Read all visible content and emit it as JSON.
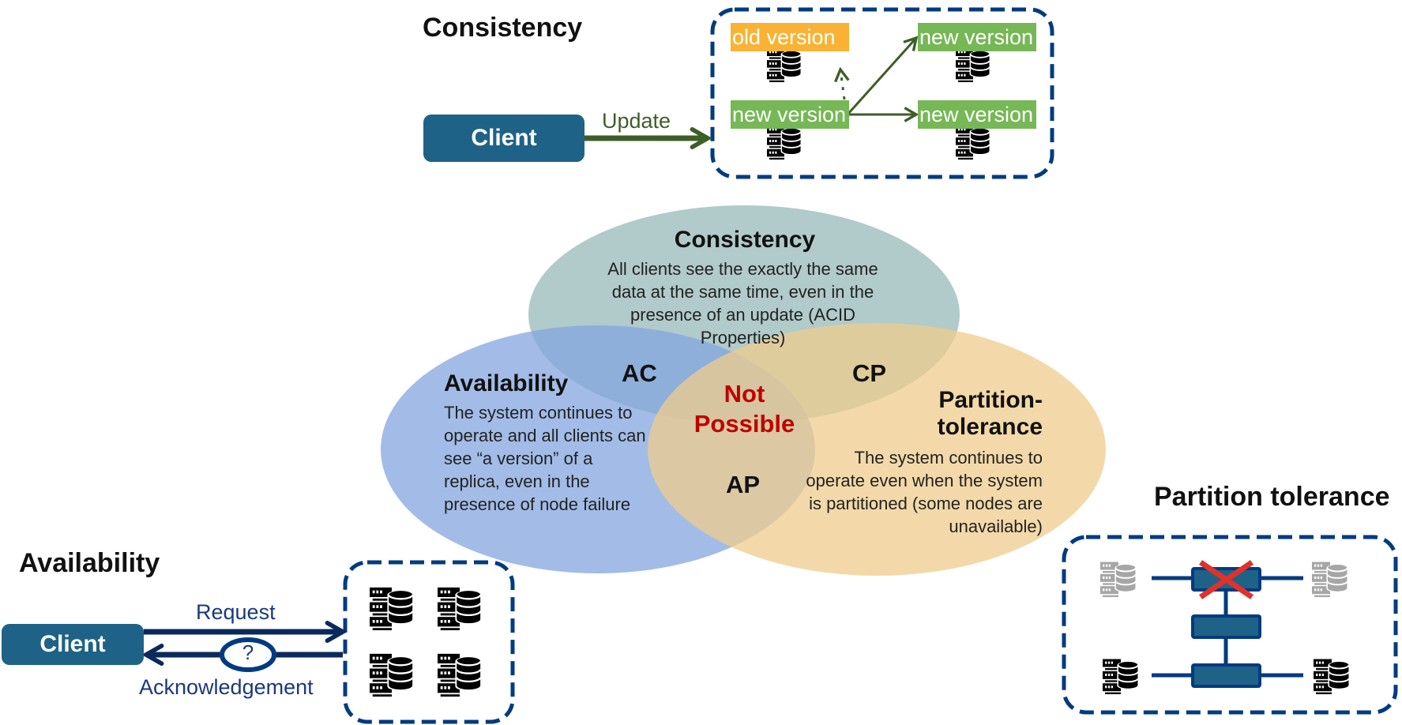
{
  "consistency_panel": {
    "title": "Consistency",
    "client_label": "Client",
    "arrow_label": "Update",
    "replicas": [
      {
        "label": "old version",
        "state": "old"
      },
      {
        "label": "new version",
        "state": "new"
      },
      {
        "label": "new version",
        "state": "new"
      },
      {
        "label": "new version",
        "state": "new"
      }
    ]
  },
  "venn": {
    "consistency": {
      "title": "Consistency",
      "description": "All clients see the exactly the same data at the same time, even in the presence of an update (ACID Properties)"
    },
    "availability": {
      "title": "Availability",
      "description": "The system continues to operate and all clients can see “a version” of a replica, even in the presence of node failure"
    },
    "partition": {
      "title_line1": "Partition-",
      "title_line2": "tolerance",
      "description": "The system continues to operate even when the system is partitioned (some nodes are unavailable)"
    },
    "intersections": {
      "ac": "AC",
      "cp": "CP",
      "ap": "AP",
      "center_line1": "Not",
      "center_line2": "Possible"
    }
  },
  "availability_panel": {
    "title": "Availability",
    "client_label": "Client",
    "request_label": "Request",
    "ack_label": "Acknowledgement",
    "ack_symbol": "?"
  },
  "partition_panel": {
    "title": "Partition tolerance"
  },
  "colors": {
    "client_blue": "#1f6287",
    "dash_navy": "#003b80",
    "update_green": "#3e5e28",
    "version_green": "#76b756",
    "version_orange": "#f8b334",
    "circle_consistency": "#9ebdbd",
    "circle_availability": "#83a6df",
    "circle_partition": "#efcc8c",
    "not_possible_red": "#c00000",
    "cross_red": "#e0312a"
  }
}
